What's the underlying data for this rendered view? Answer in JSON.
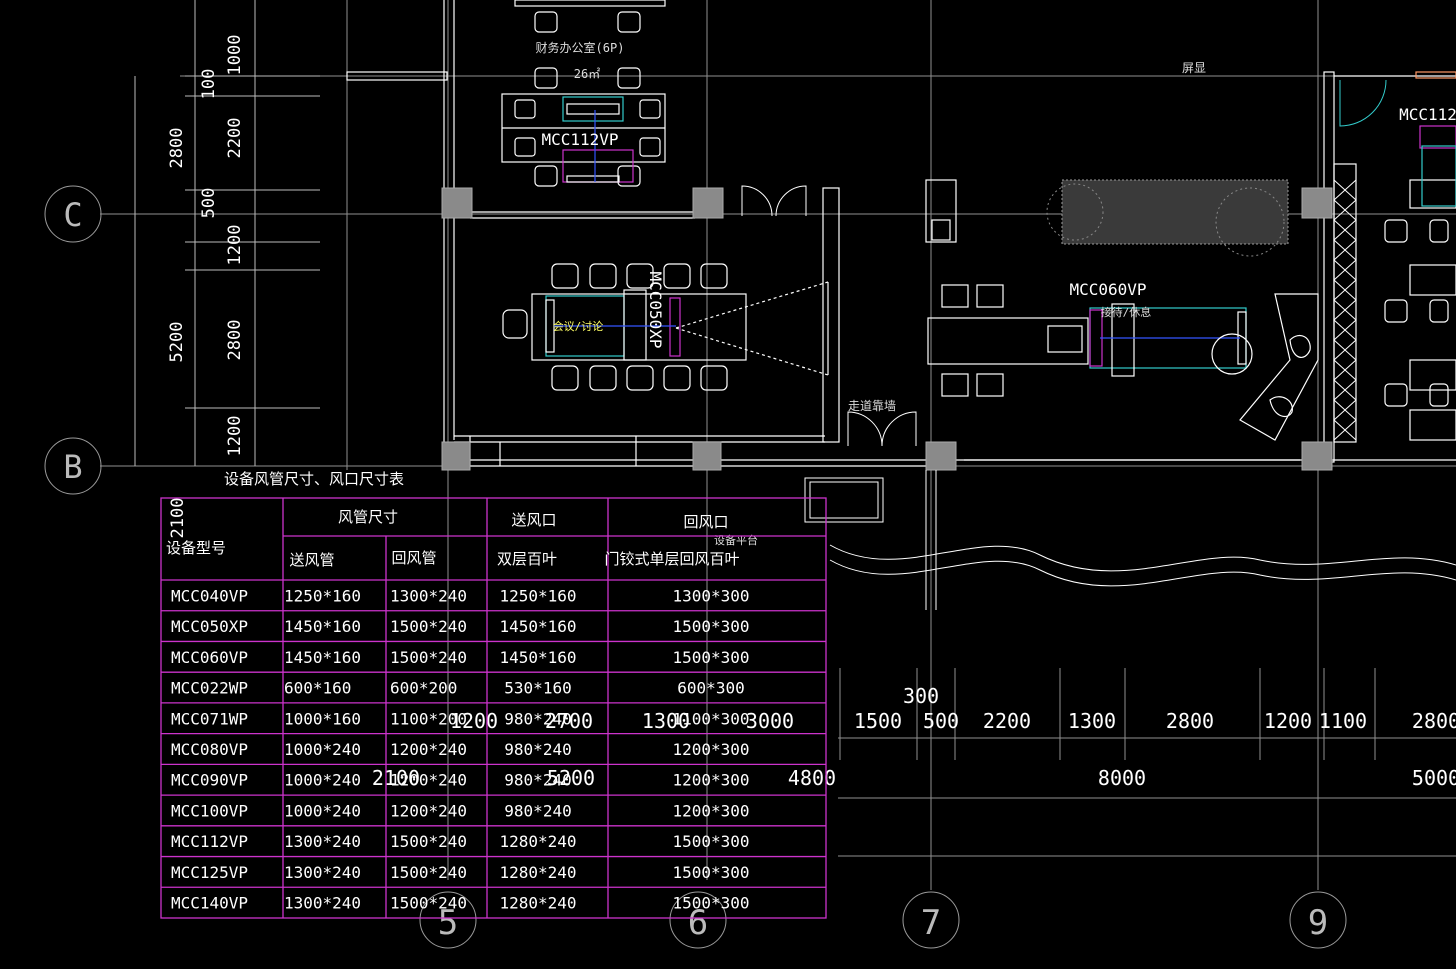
{
  "drawing": {
    "grid_bubbles": {
      "c": "C",
      "b": "B",
      "g5": "5",
      "g6": "6",
      "g7": "7",
      "g9": "9"
    },
    "vertical_dims": [
      "1000",
      "100",
      "2200",
      "500",
      "1200",
      "2800",
      "1200"
    ],
    "overall_vertical_dims": [
      "2800",
      "5200"
    ],
    "table_side_dim": "2100",
    "room_labels": {
      "finance": "财务办公室(6P)",
      "area": "26㎡",
      "screen": "屏显",
      "meeting": "会议/讨论",
      "corridor": "走道靠墙",
      "reception": "接待/休息",
      "equip": "设备平台"
    },
    "unit_labels": {
      "u1": "MCC112VP",
      "u2": "MCC050XP",
      "u3": "MCC060VP",
      "u4": "MCC112"
    },
    "horizontal_dims_row1": [
      "300",
      "1500",
      "500",
      "2200",
      "1300",
      "2800",
      "1200",
      "1100",
      "2800"
    ],
    "overlap_dims_row1": [
      "1200",
      "2700",
      "1300",
      "3000"
    ],
    "horizontal_dims_row2": [
      "4800",
      "8000",
      "5000"
    ],
    "overlap_dims_row2": [
      "2100",
      "5200"
    ],
    "colors": {
      "background": "#000000",
      "grid": "#8f8f8f",
      "wall": "#ffffff",
      "table": "#cc33cc",
      "unit": "#33cccc",
      "accent": "#ff66ff"
    }
  },
  "table": {
    "title": "设备风管尺寸、风口尺寸表",
    "header": {
      "model": "设备型号",
      "duct_size": "风管尺寸",
      "supply_outlet": "送风口",
      "return_outlet": "回风口",
      "supply_duct": "送风管",
      "return_duct": "回风管",
      "double_louver": "双层百叶",
      "door_louver": "门铰式单层回风百叶"
    },
    "rows": [
      [
        "MCC040VP",
        "1250*160",
        "1300*240",
        "1250*160",
        "1300*300"
      ],
      [
        "MCC050XP",
        "1450*160",
        "1500*240",
        "1450*160",
        "1500*300"
      ],
      [
        "MCC060VP",
        "1450*160",
        "1500*240",
        "1450*160",
        "1500*300"
      ],
      [
        "MCC022WP",
        "600*160",
        "600*200",
        "530*160",
        "600*300"
      ],
      [
        "MCC071WP",
        "1000*160",
        "1100*200",
        "980*240",
        "1100*300"
      ],
      [
        "MCC080VP",
        "1000*240",
        "1200*240",
        "980*240",
        "1200*300"
      ],
      [
        "MCC090VP",
        "1000*240",
        "1200*240",
        "980*240",
        "1200*300"
      ],
      [
        "MCC100VP",
        "1000*240",
        "1200*240",
        "980*240",
        "1200*300"
      ],
      [
        "MCC112VP",
        "1300*240",
        "1500*240",
        "1280*240",
        "1500*300"
      ],
      [
        "MCC125VP",
        "1300*240",
        "1500*240",
        "1280*240",
        "1500*300"
      ],
      [
        "MCC140VP",
        "1300*240",
        "1500*240",
        "1280*240",
        "1500*300"
      ]
    ]
  }
}
